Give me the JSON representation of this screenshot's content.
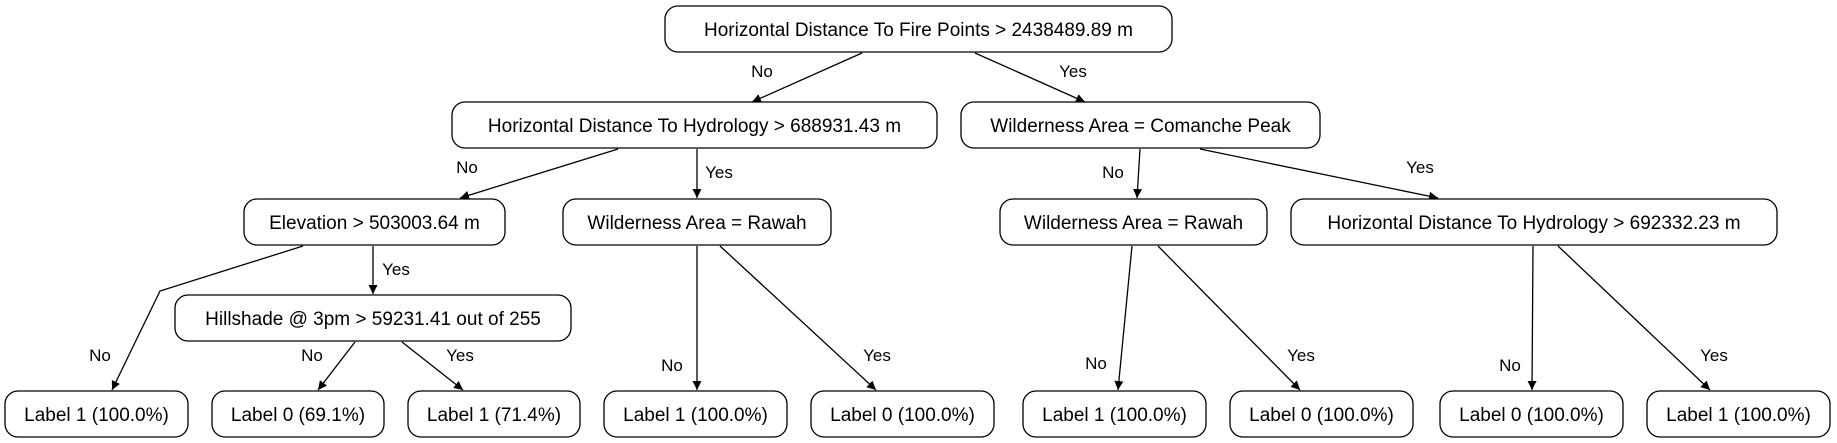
{
  "tree": {
    "nodes": [
      {
        "id": "root",
        "label": "Horizontal Distance To Fire Points > 2438489.89 m"
      },
      {
        "id": "n_hydro_1",
        "label": "Horizontal Distance To Hydrology > 688931.43 m"
      },
      {
        "id": "n_wild_cp",
        "label": "Wilderness Area = Comanche Peak"
      },
      {
        "id": "n_elev",
        "label": "Elevation > 503003.64 m"
      },
      {
        "id": "n_wild_rawah_1",
        "label": "Wilderness Area = Rawah"
      },
      {
        "id": "n_wild_rawah_2",
        "label": "Wilderness Area = Rawah"
      },
      {
        "id": "n_hydro_2",
        "label": "Horizontal Distance To Hydrology > 692332.23 m"
      },
      {
        "id": "n_hill",
        "label": "Hillshade @ 3pm > 59231.41 out of 255"
      },
      {
        "id": "leaf_1",
        "label": "Label 1 (100.0%)"
      },
      {
        "id": "leaf_2",
        "label": "Label 0 (69.1%)"
      },
      {
        "id": "leaf_3",
        "label": "Label 1 (71.4%)"
      },
      {
        "id": "leaf_4",
        "label": "Label 1 (100.0%)"
      },
      {
        "id": "leaf_5",
        "label": "Label 0 (100.0%)"
      },
      {
        "id": "leaf_6",
        "label": "Label 1 (100.0%)"
      },
      {
        "id": "leaf_7",
        "label": "Label 0 (100.0%)"
      },
      {
        "id": "leaf_8",
        "label": "Label 0 (100.0%)"
      },
      {
        "id": "leaf_9",
        "label": "Label 1 (100.0%)"
      }
    ],
    "edges": [
      {
        "from": "root",
        "to": "n_hydro_1",
        "label": "No"
      },
      {
        "from": "root",
        "to": "n_wild_cp",
        "label": "Yes"
      },
      {
        "from": "n_hydro_1",
        "to": "n_elev",
        "label": "No"
      },
      {
        "from": "n_hydro_1",
        "to": "n_wild_rawah_1",
        "label": "Yes"
      },
      {
        "from": "n_wild_cp",
        "to": "n_wild_rawah_2",
        "label": "No"
      },
      {
        "from": "n_wild_cp",
        "to": "n_hydro_2",
        "label": "Yes"
      },
      {
        "from": "n_elev",
        "to": "leaf_1",
        "label": "No"
      },
      {
        "from": "n_elev",
        "to": "n_hill",
        "label": "Yes"
      },
      {
        "from": "n_hill",
        "to": "leaf_2",
        "label": "No"
      },
      {
        "from": "n_hill",
        "to": "leaf_3",
        "label": "Yes"
      },
      {
        "from": "n_wild_rawah_1",
        "to": "leaf_4",
        "label": "No"
      },
      {
        "from": "n_wild_rawah_1",
        "to": "leaf_5",
        "label": "Yes"
      },
      {
        "from": "n_wild_rawah_2",
        "to": "leaf_6",
        "label": "No"
      },
      {
        "from": "n_wild_rawah_2",
        "to": "leaf_7",
        "label": "Yes"
      },
      {
        "from": "n_hydro_2",
        "to": "leaf_8",
        "label": "No"
      },
      {
        "from": "n_hydro_2",
        "to": "leaf_9",
        "label": "Yes"
      }
    ]
  }
}
